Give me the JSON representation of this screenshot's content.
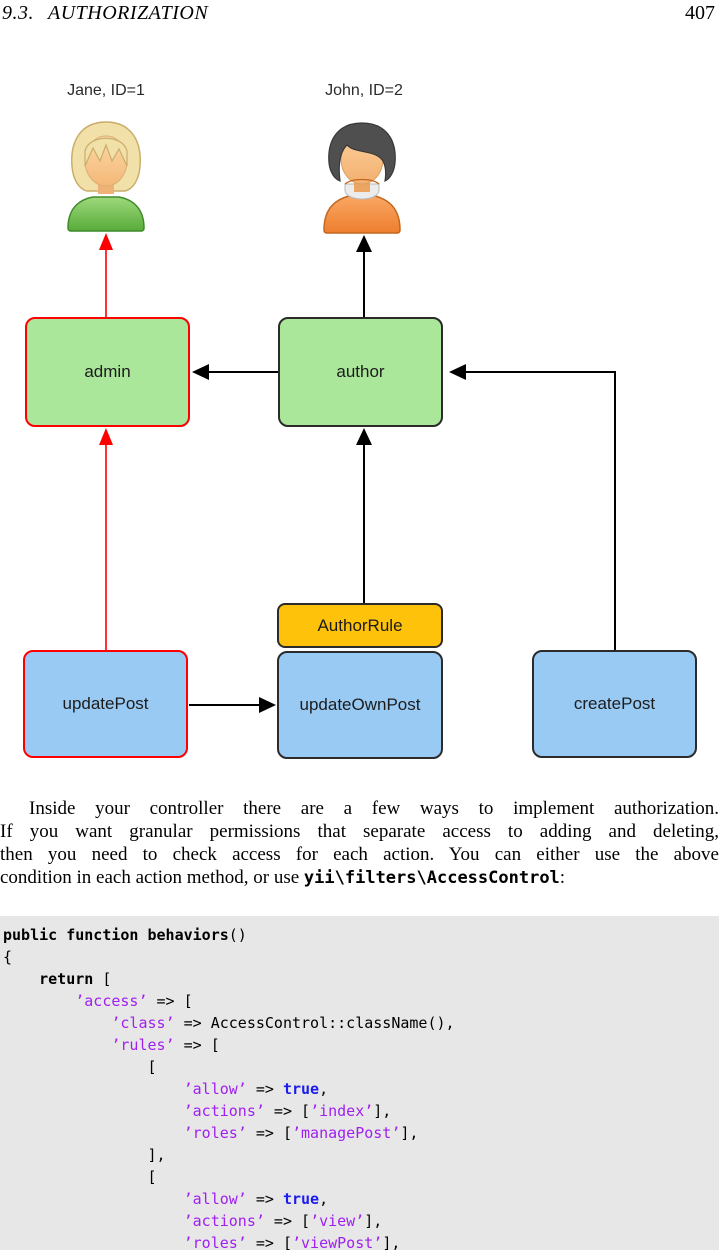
{
  "header": {
    "section_number": "9.3.",
    "section_title": "AUTHORIZATION",
    "page_number": "407"
  },
  "diagram": {
    "jane_label": "Jane, ID=1",
    "john_label": "John, ID=2",
    "admin_label": "admin",
    "author_label": "author",
    "author_rule_label": "AuthorRule",
    "update_post_label": "updatePost",
    "update_own_post_label": "updateOwnPost",
    "create_post_label": "createPost",
    "colors": {
      "role_fill": "#abe79b",
      "permission_fill": "#99caf4",
      "rule_fill": "#ffc20a",
      "highlight_border": "#ff0000",
      "default_border": "#2b2b2b",
      "highlight_arrow": "#ff0000",
      "default_arrow": "#000000"
    }
  },
  "paragraph": {
    "line1": "Inside your controller there are a few ways to implement authorization.",
    "line2": "If you want granular permissions that separate access to adding and deleting,",
    "line3": "then you need to check access for each action. You can either use the above",
    "line4_prefix": "condition in each action method, or use ",
    "line4_code": "yii\\filters\\AccessControl",
    "line4_suffix": ":"
  },
  "code_block": {
    "background": "#e7e7e7",
    "colors": {
      "string": "#a020f0",
      "keyword": "#000000",
      "boolean": "#1c1cee"
    },
    "lines": [
      [
        [
          "k",
          "public function behaviors"
        ],
        [
          "p",
          "()"
        ]
      ],
      [
        [
          "p",
          "{"
        ]
      ],
      [
        [
          "p",
          "    "
        ],
        [
          "k",
          "return"
        ],
        [
          "p",
          " ["
        ]
      ],
      [
        [
          "p",
          "        "
        ],
        [
          "s",
          "’access’"
        ],
        [
          "p",
          " => ["
        ]
      ],
      [
        [
          "p",
          "            "
        ],
        [
          "s",
          "’class’"
        ],
        [
          "p",
          " => AccessControl::className(),"
        ]
      ],
      [
        [
          "p",
          "            "
        ],
        [
          "s",
          "’rules’"
        ],
        [
          "p",
          " => ["
        ]
      ],
      [
        [
          "p",
          "                ["
        ]
      ],
      [
        [
          "p",
          "                    "
        ],
        [
          "s",
          "’allow’"
        ],
        [
          "p",
          " => "
        ],
        [
          "b",
          "true"
        ],
        [
          "p",
          ","
        ]
      ],
      [
        [
          "p",
          "                    "
        ],
        [
          "s",
          "’actions’"
        ],
        [
          "p",
          " => ["
        ],
        [
          "s",
          "’index’"
        ],
        [
          "p",
          "],"
        ]
      ],
      [
        [
          "p",
          "                    "
        ],
        [
          "s",
          "’roles’"
        ],
        [
          "p",
          " => ["
        ],
        [
          "s",
          "’managePost’"
        ],
        [
          "p",
          "],"
        ]
      ],
      [
        [
          "p",
          "                ],"
        ]
      ],
      [
        [
          "p",
          "                ["
        ]
      ],
      [
        [
          "p",
          "                    "
        ],
        [
          "s",
          "’allow’"
        ],
        [
          "p",
          " => "
        ],
        [
          "b",
          "true"
        ],
        [
          "p",
          ","
        ]
      ],
      [
        [
          "p",
          "                    "
        ],
        [
          "s",
          "’actions’"
        ],
        [
          "p",
          " => ["
        ],
        [
          "s",
          "’view’"
        ],
        [
          "p",
          "],"
        ]
      ],
      [
        [
          "p",
          "                    "
        ],
        [
          "s",
          "’roles’"
        ],
        [
          "p",
          " => ["
        ],
        [
          "s",
          "’viewPost’"
        ],
        [
          "p",
          "],"
        ]
      ]
    ]
  }
}
